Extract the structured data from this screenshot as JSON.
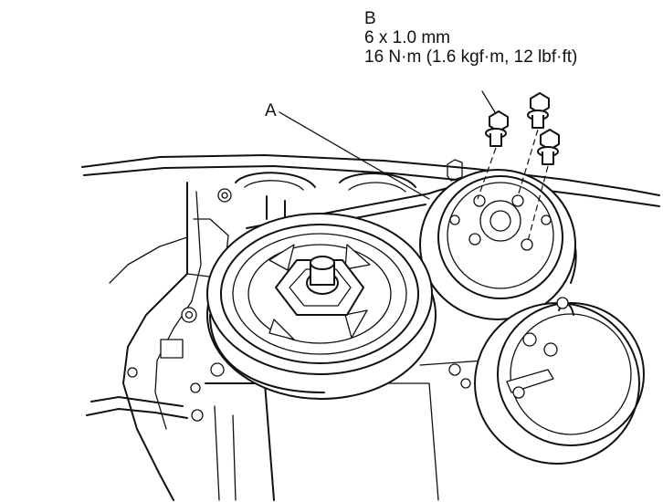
{
  "callouts": {
    "b_letter": "B",
    "b_bolt_size": "6 x 1.0 mm",
    "b_torque": "16 N·m (1.6 kgf·m, 12 lbf·ft)",
    "a_letter": "A"
  },
  "icons": [
    "crankshaft-pulley-icon",
    "ac-compressor-pulley-icon",
    "flange-bolt-icon"
  ],
  "colors": {
    "line": "#111111",
    "background": "#ffffff"
  }
}
